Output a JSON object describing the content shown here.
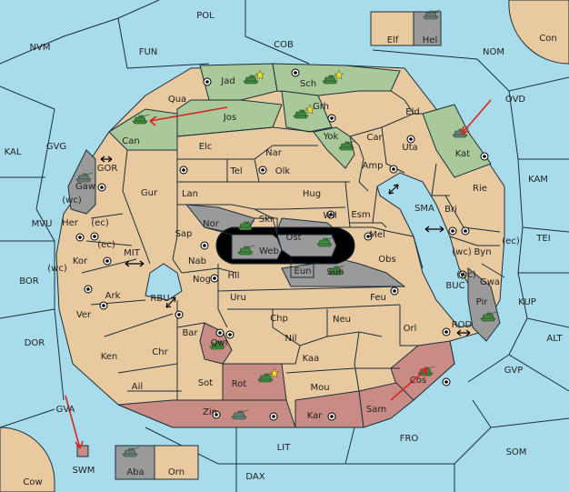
{
  "colors": {
    "sea": "#a8dcea",
    "neutral": "#e8c9a0",
    "green": "#a9c99a",
    "red": "#c98c84",
    "gray": "#9a9a9a",
    "black": "#000000",
    "unit": "#3f8a3f",
    "arrow": "#dd2222"
  },
  "sea_labels": [
    "POL",
    "NVM",
    "FUN",
    "COB",
    "NOM",
    "Con",
    "OVD",
    "KAL",
    "GVG",
    "KAM",
    "MVU",
    "TEI",
    "BOR",
    "KUP",
    "DOR",
    "ALT",
    "GVP",
    "GVA",
    "FRO",
    "SOM",
    "LIT",
    "SWM",
    "Cow",
    "DAX",
    "SMA",
    "MIT",
    "GOR",
    "RBU",
    "BUC",
    "ROD"
  ],
  "land_labels": [
    "Elf",
    "Hel",
    "Jad",
    "Sch",
    "Qua",
    "Jos",
    "Grh",
    "Eld",
    "Can",
    "Elc",
    "Nar",
    "Yok",
    "Car",
    "Uta",
    "Kat",
    "Tel",
    "Olk",
    "Amp",
    "Gaw",
    "Gur",
    "Lan",
    "Hug",
    "Rie",
    "Wil",
    "Esm",
    "Nor",
    "Skr",
    "Ost",
    "Bri",
    "Her",
    "Sap",
    "Web",
    "Mel",
    "Byn",
    "Kor",
    "Nab",
    "Eun",
    "Sun",
    "Obs",
    "Hil",
    "Gwa",
    "Nog",
    "Ark",
    "Uru",
    "Feu",
    "Pir",
    "Chp",
    "Neu",
    "Ver",
    "Bar",
    "Nil",
    "Orl",
    "Qwi",
    "Ken",
    "Chr",
    "Kaa",
    "Rot",
    "Ail",
    "Sot",
    "Mou",
    "Cos",
    "Sam",
    "Zin",
    "Kar",
    "Aba",
    "Orn"
  ],
  "coast_markers": [
    "(wc)",
    "(ec)",
    "(ec)",
    "(wc)",
    "(wc)",
    "(ec)",
    "(wc)"
  ]
}
